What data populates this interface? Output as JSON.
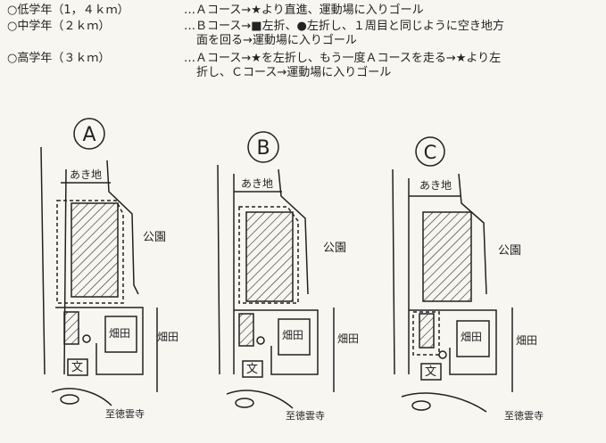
{
  "rules": [
    {
      "label": "○低学年（1，４ｋｍ）",
      "line1": "…Ａコース→★より直進、運動場に入りゴール",
      "line2": ""
    },
    {
      "label": "○中学年（２ｋｍ）",
      "line1": "…Ｂコース→■左折、●左折し、１周目と同じように空き地方",
      "line2": "面を回る→運動場に入りゴール"
    },
    {
      "label": "○高学年（３ｋｍ）",
      "line1": "…Ａコース→★を左折し、もう一度Ａコースを走る→★より左",
      "line2": "折し、Ｃコース→運動場に入りゴール"
    }
  ],
  "maps": [
    {
      "letter": "A",
      "akichi": "あき地",
      "park": "公園",
      "field": "畑田",
      "field2": "畑田",
      "school": "文",
      "temple": "至徳雲寺"
    },
    {
      "letter": "B",
      "akichi": "あき地",
      "park": "公園",
      "field": "畑田",
      "field2": "畑田",
      "school": "文",
      "temple": "至徳雲寺"
    },
    {
      "letter": "C",
      "akichi": "あき地",
      "park": "公園",
      "field": "畑田",
      "field2": "畑田",
      "school": "文",
      "temple": "至徳雲寺"
    }
  ]
}
